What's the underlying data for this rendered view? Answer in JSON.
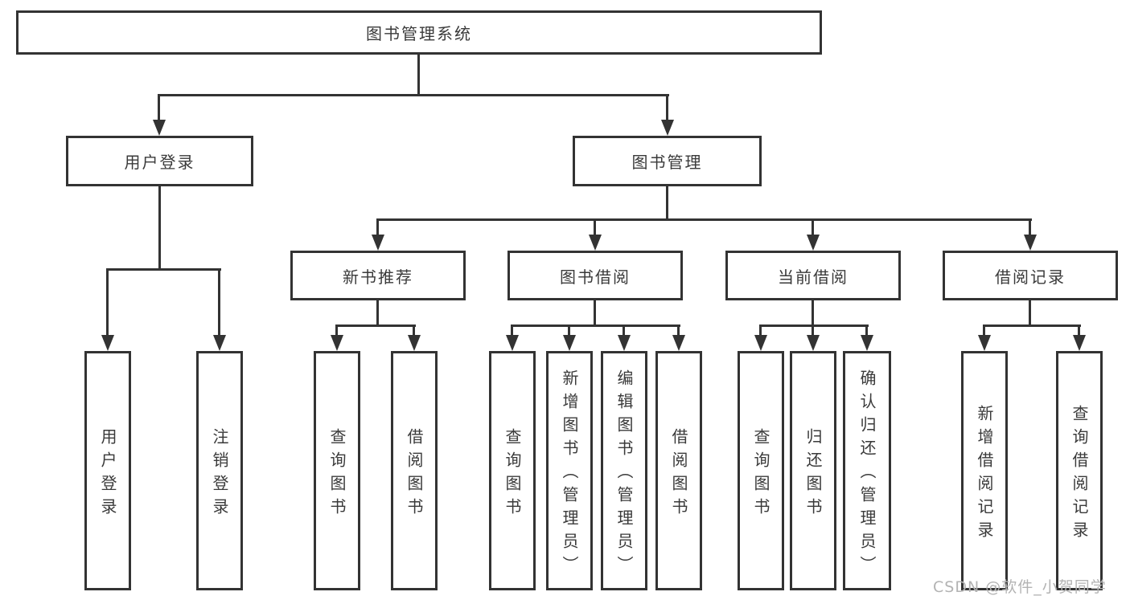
{
  "tree": {
    "root": "图书管理系统",
    "branches": [
      {
        "label": "用户登录",
        "children": [
          "用户登录",
          "注销登录"
        ]
      },
      {
        "label": "图书管理",
        "children": [
          {
            "label": "新书推荐",
            "children": [
              "查询图书",
              "借阅图书"
            ]
          },
          {
            "label": "图书借阅",
            "children": [
              "查询图书",
              "新增图书（管理员）",
              "编辑图书（管理员）",
              "借阅图书"
            ]
          },
          {
            "label": "当前借阅",
            "children": [
              "查询图书",
              "归还图书",
              "确认归还（管理员）"
            ]
          },
          {
            "label": "借阅记录",
            "children": [
              "新增借阅记录",
              "查询借阅记录"
            ]
          }
        ]
      }
    ]
  },
  "watermark": {
    "text": "CSDN @软件_小贺同学",
    "color": "#b3b3b3"
  },
  "colors": {
    "line": "#333333",
    "box_border": "#333333",
    "text": "#3a3a3a",
    "background": "#ffffff"
  }
}
